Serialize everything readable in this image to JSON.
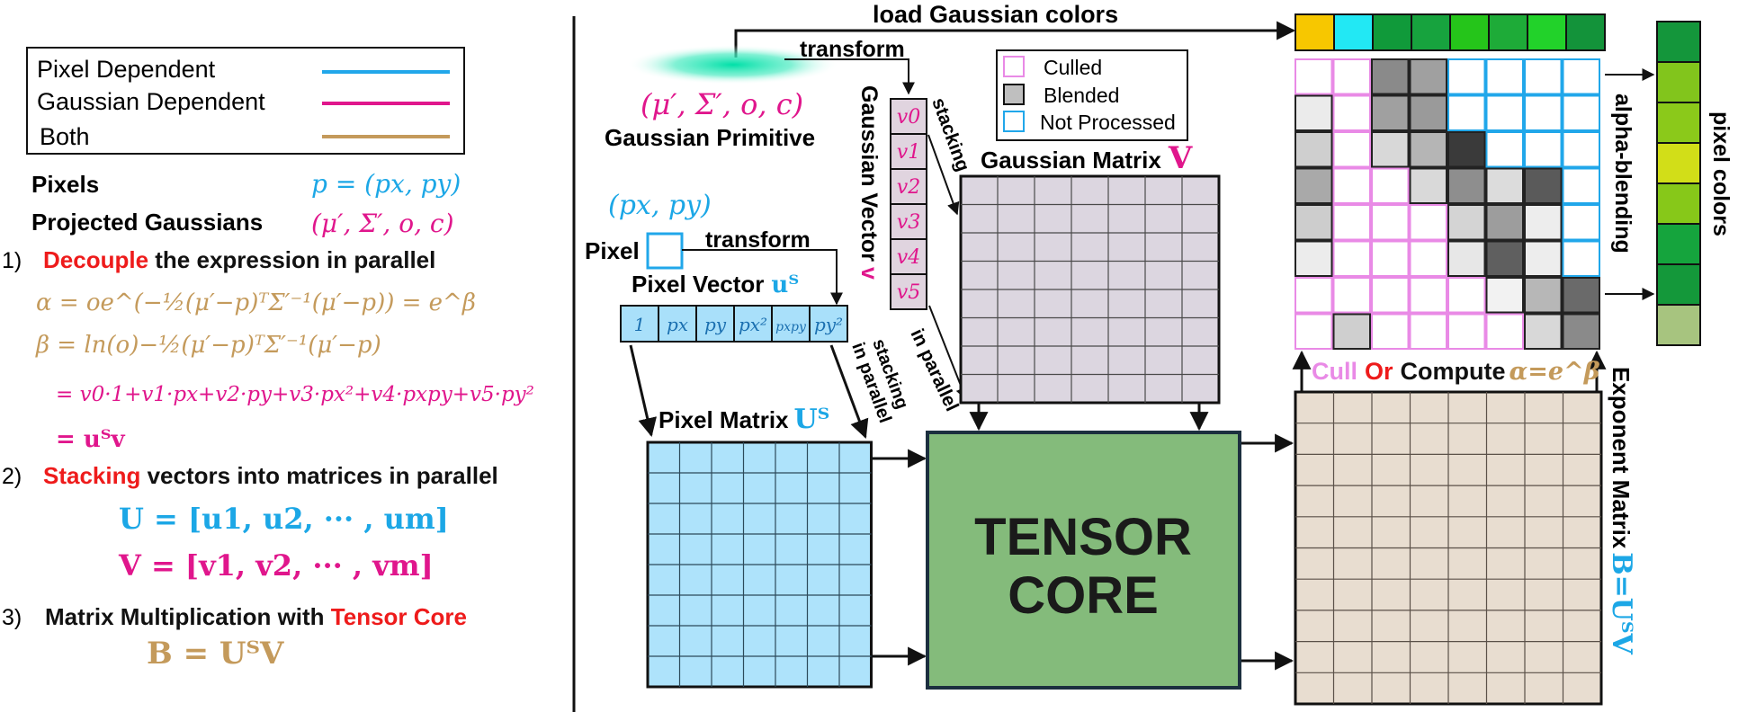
{
  "legend": {
    "items": [
      {
        "label": "Pixel Dependent",
        "color": "#21a7ea"
      },
      {
        "label": "Gaussian Dependent",
        "color": "#e0168c"
      },
      {
        "label": "Both",
        "color": "#c49a5b"
      }
    ]
  },
  "left": {
    "pixels_label": "Pixels",
    "pixels_math": "p = (px, py)",
    "proj_label": "Projected Gaussians",
    "proj_math": "(μ′, Σ′, o, c)",
    "step1_num": "1)",
    "step1_key": "Decouple",
    "step1_rest": " the expression in parallel",
    "alpha_eq": "α = oe^(−½(μ′−p)ᵀΣ′⁻¹(μ′−p)) = e^β",
    "beta_eq": "β = ln(o)−½(μ′−p)ᵀΣ′⁻¹(μ′−p)",
    "sum_eq": "= v0·1+v1·px+v2·py+v3·px²+v4·pxpy+v5·py²",
    "uv_eq": "= uᵀv",
    "step2_num": "2)",
    "step2_key": "Stacking",
    "step2_rest": " vectors into matrices in parallel",
    "U_eq": "U = [u1, u2, ··· , um]",
    "V_eq": "V = [v1, v2, ··· , vm]",
    "step3_num": "3)",
    "step3_prefix": "Matrix Multiplication with ",
    "step3_key": "Tensor Core",
    "B_eq": "B = UᵀV"
  },
  "right": {
    "load_colors": "load Gaussian colors",
    "transform": "transform",
    "gaussian_tuple": "(μ′, Σ′, o, c)",
    "gaussian_primitive": "Gaussian Primitive",
    "pixel_coord": "(px, py)",
    "pixel_label": "Pixel",
    "pixel_transform": "transform",
    "pixel_vector_label": "Pixel Vector",
    "pixel_vector_sym": "uᵀ",
    "pixel_vector_cells": [
      "1",
      "px",
      "py",
      "px²",
      "pxpy",
      "py²"
    ],
    "gauss_vector_cells": [
      "v0",
      "v1",
      "v2",
      "v3",
      "v4",
      "v5"
    ],
    "gauss_vector_label": "Gaussian Vector",
    "gauss_vector_sym": "v",
    "stacking": "stacking",
    "in_parallel": "in parallel",
    "stacking2": "stacking",
    "in_parallel2": "in parallel",
    "gaussian_matrix_label": "Gaussian Matrix",
    "gaussian_matrix_sym": "V",
    "pixel_matrix_label": "Pixel Matrix",
    "pixel_matrix_sym": "Uᵀ",
    "tensor_core_line1": "TENSOR",
    "tensor_core_line2": "CORE",
    "status_legend": [
      {
        "label": "Culled",
        "color": "#e98ae6"
      },
      {
        "label": "Blended",
        "color": "#bfbfbf"
      },
      {
        "label": "Not Processed",
        "color": "#21a7ea"
      }
    ],
    "cull_word": "Cull",
    "or_word": "Or",
    "compute_word": "Compute",
    "cull_math": "α=e^β",
    "exponent_label": "Exponent Matrix",
    "exponent_math": "B=UᵀV",
    "alpha_blending": "alpha-blending",
    "pixel_colors": "pixel colors",
    "gaussian_colors": [
      "#f7c700",
      "#22e8f4",
      "#109a3a",
      "#17a33e",
      "#25c51a",
      "#1eab38",
      "#22d22a",
      "#13933a"
    ],
    "pixel_color_cells": [
      "#14963b",
      "#82c51c",
      "#8bc91a",
      "#d2de18",
      "#87c819",
      "#15a43d",
      "#14983a",
      "#a7c47f"
    ]
  }
}
